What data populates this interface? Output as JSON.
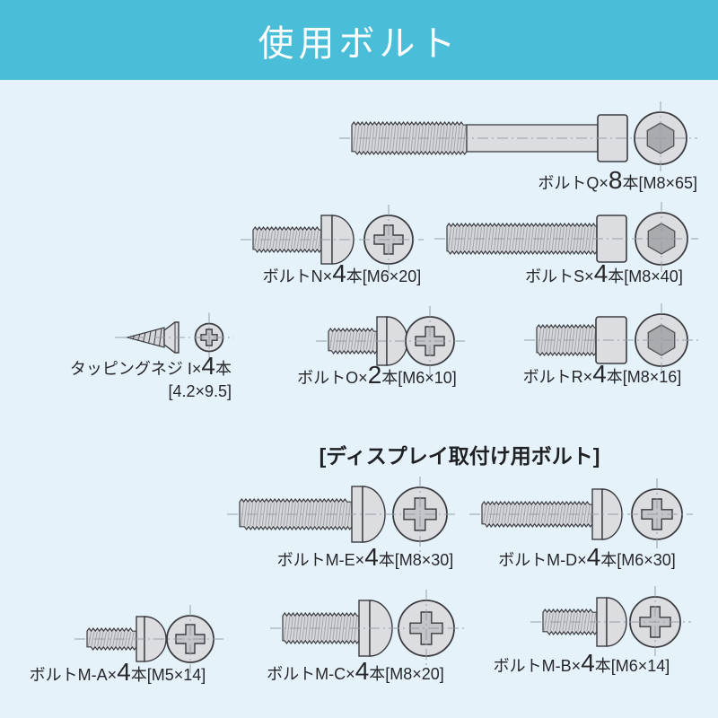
{
  "header": {
    "title": "使用ボルト"
  },
  "section_display": {
    "title": "[ディスプレイ取付け用ボルト]"
  },
  "colors": {
    "banner": "#4abdd8",
    "background": "#e6f2fa",
    "bolt_fill": "#dcdde0",
    "outline": "#3a3c40"
  },
  "bolts": {
    "q": {
      "prefix": "ボルトQ×",
      "count": "8",
      "suffix": "本[M8×65]"
    },
    "n": {
      "prefix": "ボルトN×",
      "count": "4",
      "suffix": "本[M6×20]"
    },
    "s": {
      "prefix": "ボルトS×",
      "count": "4",
      "suffix": "本[M8×40]"
    },
    "tap": {
      "prefix": "タッピングネジ I×",
      "count": "4",
      "suffix": "本",
      "line2": "[4.2×9.5]"
    },
    "o": {
      "prefix": "ボルトO×",
      "count": "2",
      "suffix": "本[M6×10]"
    },
    "r": {
      "prefix": "ボルトR×",
      "count": "4",
      "suffix": "本[M8×16]"
    },
    "me": {
      "prefix": "ボルトM-E×",
      "count": "4",
      "suffix": "本[M8×30]"
    },
    "md": {
      "prefix": "ボルトM-D×",
      "count": "4",
      "suffix": "本[M6×30]"
    },
    "ma": {
      "prefix": "ボルトM-A×",
      "count": "4",
      "suffix": "本[M5×14]"
    },
    "mc": {
      "prefix": "ボルトM-C×",
      "count": "4",
      "suffix": "本[M8×20]"
    },
    "mb": {
      "prefix": "ボルトM-B×",
      "count": "4",
      "suffix": "本[M6×14]"
    }
  }
}
